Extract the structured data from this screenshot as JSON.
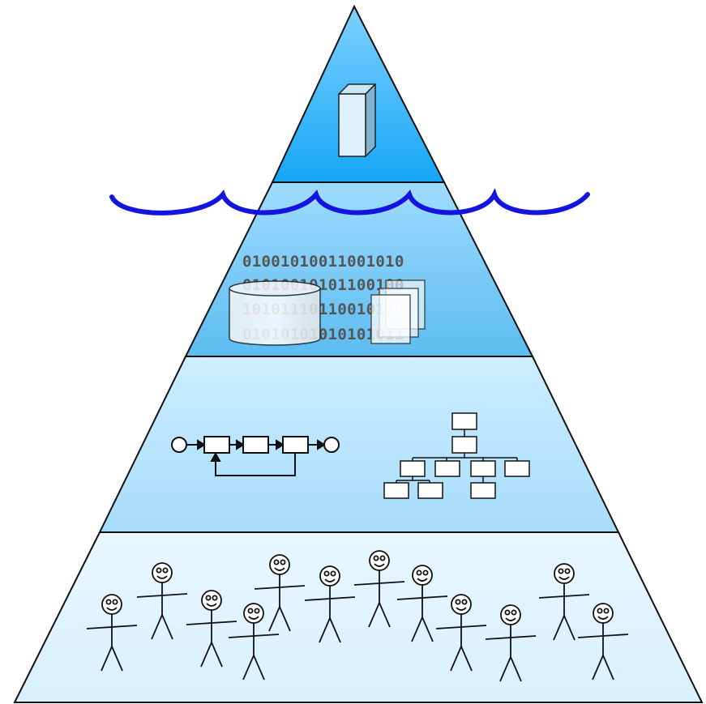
{
  "diagram": {
    "layers": [
      {
        "name": "tip",
        "fill_top": "#7fd0ff",
        "fill_bottom": "#14a7f5"
      },
      {
        "name": "data",
        "fill_top": "#9fdcff",
        "fill_bottom": "#5cbcf0"
      },
      {
        "name": "process",
        "fill_top": "#cdeeff",
        "fill_bottom": "#a6dcfa"
      },
      {
        "name": "people",
        "fill_top": "#e8f7ff",
        "fill_bottom": "#d8f0ff"
      }
    ],
    "outline_color": "#111111",
    "waterline_color": "#1414e0",
    "binary_rows": [
      "01001010011001010",
      "01010010101100100",
      "10101110110010110",
      "01010101010101011"
    ],
    "icons": [
      "server-icon",
      "database-icon",
      "documents-icon",
      "process-flow-icon",
      "org-chart-icon",
      "person-icon"
    ]
  }
}
